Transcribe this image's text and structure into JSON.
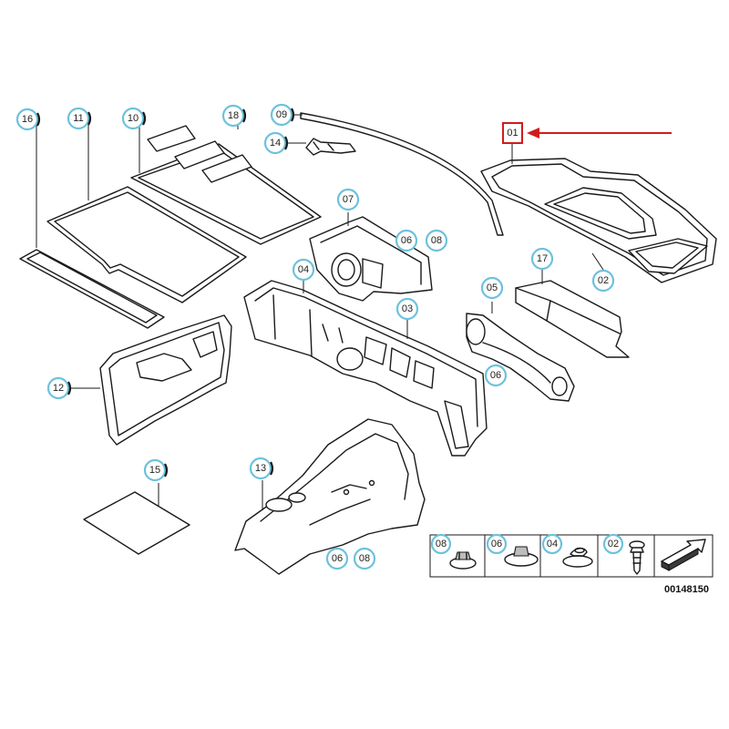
{
  "diagram": {
    "highlighted_label": "01",
    "reference_number": "00148150",
    "callouts": {
      "c16": "16",
      "c11": "11",
      "c10": "10",
      "c18": "18",
      "c09": "09",
      "c14": "14",
      "c07": "07",
      "c06a": "06",
      "c08a": "08",
      "c04": "04",
      "c03": "03",
      "c17": "17",
      "c02": "02",
      "c05": "05",
      "c06b": "06",
      "c12": "12",
      "c15": "15",
      "c13": "13",
      "c06c": "06",
      "c08b": "08"
    },
    "legend": [
      "08",
      "06",
      "04",
      "02"
    ],
    "colors": {
      "callout_ring": "#6cc2dc",
      "highlight": "#d01c1c",
      "line": "#1a1a1a"
    }
  }
}
